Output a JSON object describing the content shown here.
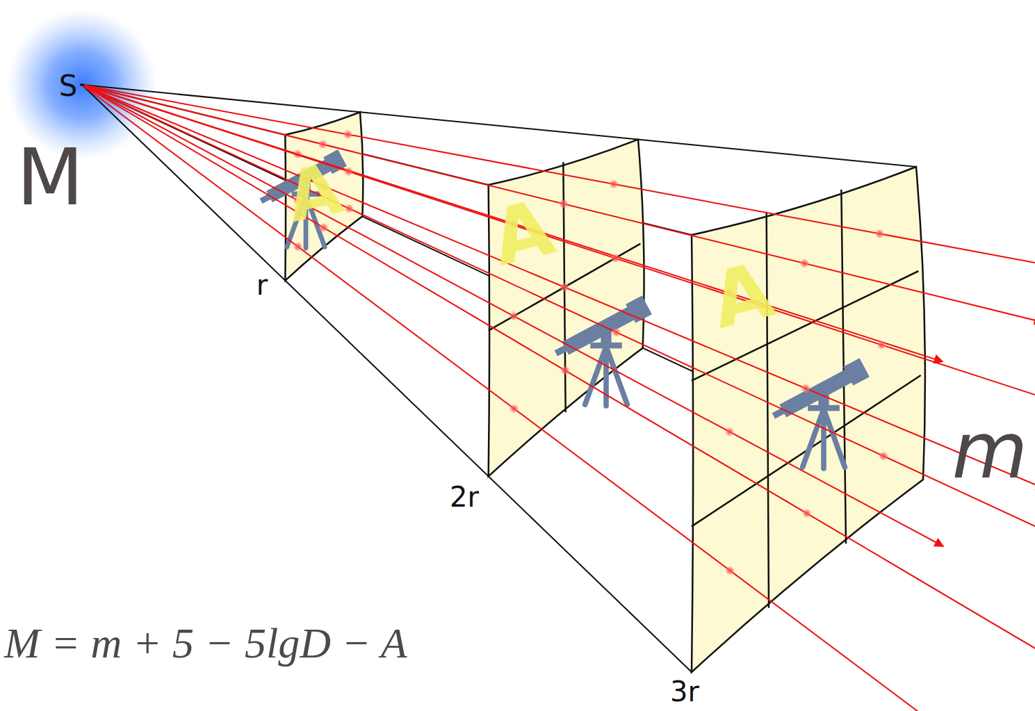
{
  "diagram": {
    "labels": [
      "S",
      "M",
      "A",
      "A",
      "A",
      "r",
      "2r",
      "3r",
      "m",
      "M = m + 5 − 5lgD − A"
    ]
  }
}
